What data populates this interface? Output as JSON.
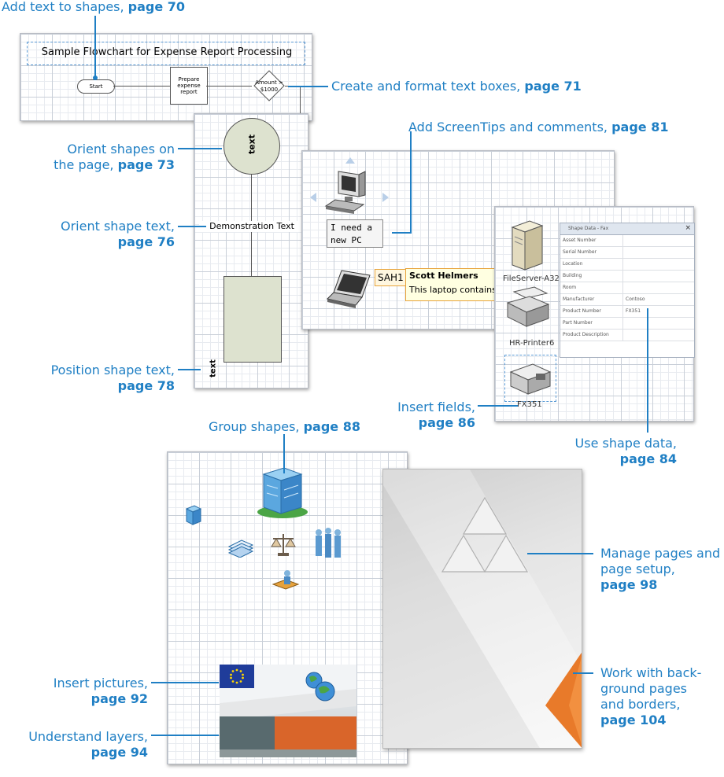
{
  "callouts": {
    "add_text": {
      "text": "Add text to shapes, ",
      "page": "page 70"
    },
    "create_textboxes": {
      "text": "Create and format text boxes, ",
      "page": "page 71"
    },
    "screentips": {
      "text": "Add ScreenTips and comments, ",
      "page": "page 81"
    },
    "orient_shapes": {
      "line1": "Orient shapes on",
      "line2": "the page, ",
      "page": "page 73"
    },
    "orient_text": {
      "line1": "Orient shape text,",
      "page": "page 76"
    },
    "position_text": {
      "line1": "Position shape text,",
      "page": "page 78"
    },
    "insert_fields": {
      "line1": "Insert fields,",
      "page": "page 86"
    },
    "shape_data": {
      "line1": "Use shape data,",
      "page": "page 84"
    },
    "group_shapes": {
      "text": "Group shapes, ",
      "page": "page 88"
    },
    "manage_pages": {
      "line1": "Manage pages and",
      "line2": "page setup,",
      "page": "page 98"
    },
    "backgrounds": {
      "line1": "Work with back-",
      "line2": "ground pages",
      "line3": "and borders,",
      "page": "page 104"
    },
    "insert_pictures": {
      "line1": "Insert pictures,",
      "page": "page 92"
    },
    "layers": {
      "line1": "Understand layers,",
      "page": "page 94"
    }
  },
  "flowchart": {
    "title": "Sample Flowchart for Expense Report Processing",
    "start": "Start",
    "process": "Prepare expense report",
    "decision": "Amount > $1000"
  },
  "orient_panel": {
    "circle_text": "text",
    "demo_text": "Demonstration Text",
    "bottom_text": "text"
  },
  "screentip_panel": {
    "textbox": "I need a new PC",
    "comment_tag": "SAH1",
    "comment_author": "Scott Helmers",
    "comment_body": "This laptop contains"
  },
  "shape_data_panel": {
    "window_title": "Shape Data - Fax",
    "close_glyph": "×",
    "fields": [
      {
        "label": "Asset Number",
        "value": ""
      },
      {
        "label": "Serial Number",
        "value": ""
      },
      {
        "label": "Location",
        "value": ""
      },
      {
        "label": "Building",
        "value": ""
      },
      {
        "label": "Room",
        "value": ""
      },
      {
        "label": "Manufacturer",
        "value": "Contoso"
      },
      {
        "label": "Product Number",
        "value": "FX351"
      },
      {
        "label": "Part Number",
        "value": ""
      },
      {
        "label": "Product Description",
        "value": ""
      }
    ],
    "server_label": "FileServer-A32",
    "printer_label": "HR-Printer6",
    "fax_label": "FX351"
  },
  "colors": {
    "accent": "#1f7fc4",
    "orange": "#e87a2a",
    "shape_fill": "#dde2cf"
  }
}
